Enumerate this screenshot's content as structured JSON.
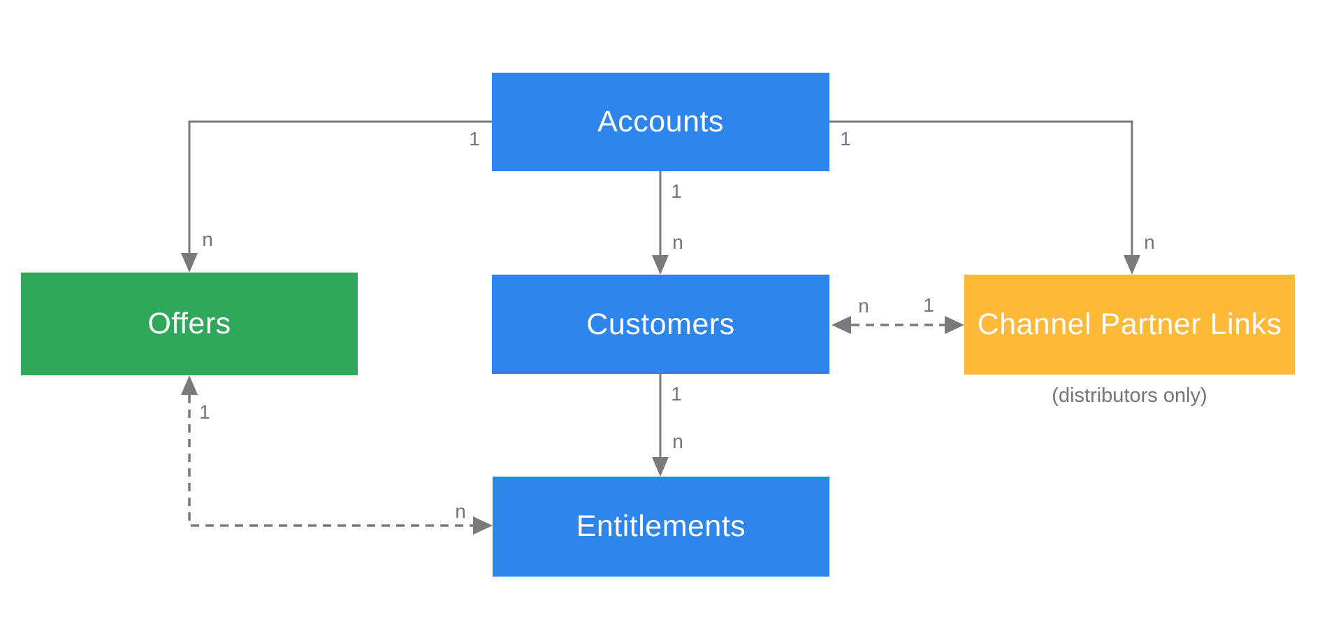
{
  "colors": {
    "background": "#ffffff",
    "node_blue": "#2e85ec",
    "node_green": "#2fa85c",
    "node_yellow": "#ffb938",
    "node_text": "#ffffff",
    "connector": "#7a7a7a",
    "multiplicity_text": "#757575"
  },
  "nodes": [
    {
      "id": "accounts",
      "label": "Accounts",
      "color": "blue"
    },
    {
      "id": "offers",
      "label": "Offers",
      "color": "green"
    },
    {
      "id": "customers",
      "label": "Customers",
      "color": "blue"
    },
    {
      "id": "channel_partner_links",
      "label": "Channel Partner Links",
      "sublabel": "(distributors only)",
      "color": "yellow"
    },
    {
      "id": "entitlements",
      "label": "Entitlements",
      "color": "blue"
    }
  ],
  "edges": [
    {
      "from": "Accounts",
      "to": "Offers",
      "style": "solid",
      "direction": "one-way",
      "from_label": "1",
      "to_label": "n"
    },
    {
      "from": "Accounts",
      "to": "Customers",
      "style": "solid",
      "direction": "one-way",
      "from_label": "1",
      "to_label": "n"
    },
    {
      "from": "Accounts",
      "to": "Channel Partner Links",
      "style": "solid",
      "direction": "one-way",
      "from_label": "1",
      "to_label": "n"
    },
    {
      "from": "Customers",
      "to": "Entitlements",
      "style": "solid",
      "direction": "one-way",
      "from_label": "1",
      "to_label": "n"
    },
    {
      "from": "Customers",
      "to": "Channel Partner Links",
      "style": "dashed",
      "direction": "two-way",
      "from_label": "n",
      "to_label": "1"
    },
    {
      "from": "Offers",
      "to": "Entitlements",
      "style": "dashed",
      "direction": "two-way",
      "from_label": "1",
      "to_label": "n"
    }
  ]
}
